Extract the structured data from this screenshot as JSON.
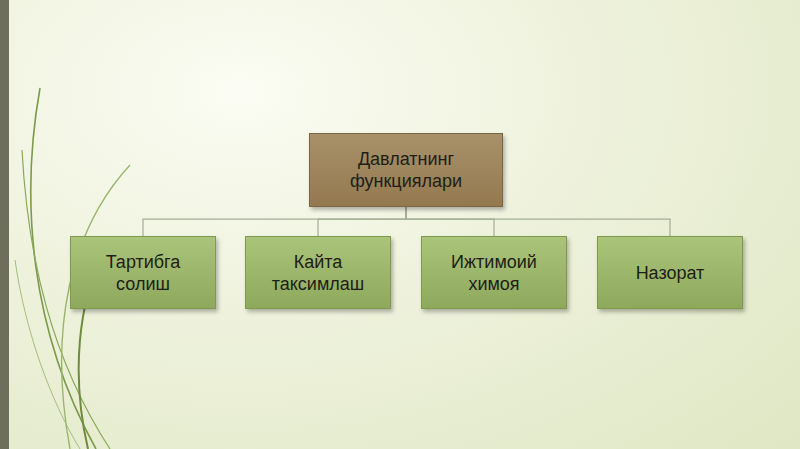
{
  "diagram": {
    "nodes": [
      {
        "text": [
          "Давлатнинг функциялари"
        ]
      },
      {
        "text": [
          "Тартибга солиш"
        ]
      },
      {
        "text": [
          "Кайта таксимлаш"
        ]
      },
      {
        "text": [
          "Ижтимоий химоя"
        ]
      },
      {
        "text": [
          "Назорат"
        ]
      }
    ],
    "edges": [
      {
        "from": 0,
        "to": 1,
        "arrow": "none"
      },
      {
        "from": 0,
        "to": 2,
        "arrow": "none"
      },
      {
        "from": 0,
        "to": 3,
        "arrow": "none"
      },
      {
        "from": 0,
        "to": 4,
        "arrow": "none"
      }
    ]
  }
}
